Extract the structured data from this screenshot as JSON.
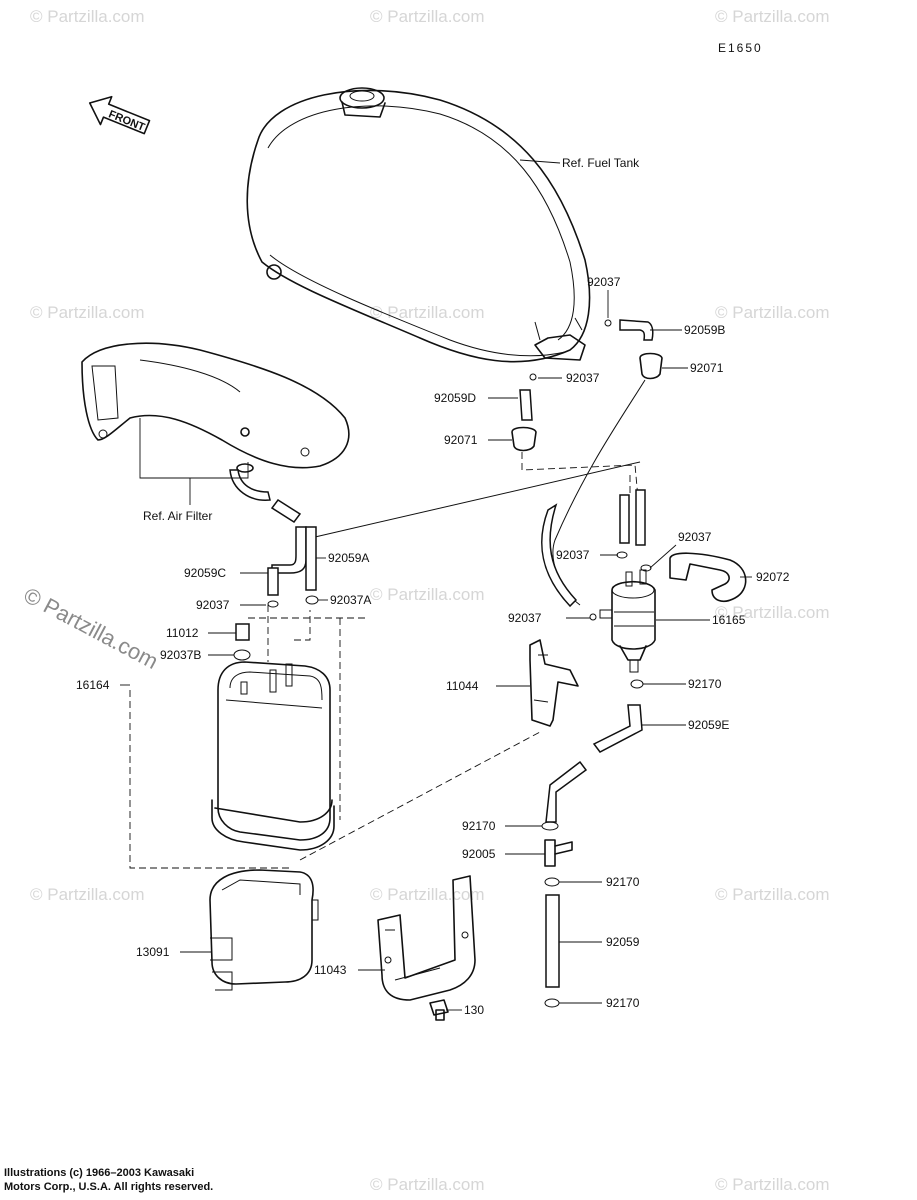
{
  "diagram": {
    "id_code": "E1650",
    "front_label": "FRONT",
    "refs": {
      "fuel_tank": "Ref. Fuel Tank",
      "air_filter": "Ref. Air Filter"
    },
    "parts": [
      {
        "key": "p92037_top",
        "label": "92037"
      },
      {
        "key": "p92059B",
        "label": "92059B"
      },
      {
        "key": "p92037_mid",
        "label": "92037"
      },
      {
        "key": "p92071_r",
        "label": "92071"
      },
      {
        "key": "p92059D",
        "label": "92059D"
      },
      {
        "key": "p92071_l",
        "label": "92071"
      },
      {
        "key": "p92037_r1",
        "label": "92037"
      },
      {
        "key": "p92037_r2",
        "label": "92037"
      },
      {
        "key": "p92072",
        "label": "92072"
      },
      {
        "key": "p92059A",
        "label": "92059A"
      },
      {
        "key": "p92059C",
        "label": "92059C"
      },
      {
        "key": "p92037_l",
        "label": "92037"
      },
      {
        "key": "p92037A",
        "label": "92037A"
      },
      {
        "key": "p11012",
        "label": "11012"
      },
      {
        "key": "p92037B",
        "label": "92037B"
      },
      {
        "key": "p16164",
        "label": "16164"
      },
      {
        "key": "p92037_r3",
        "label": "92037"
      },
      {
        "key": "p16165",
        "label": "16165"
      },
      {
        "key": "p11044",
        "label": "11044"
      },
      {
        "key": "p92170_a",
        "label": "92170"
      },
      {
        "key": "p92059E",
        "label": "92059E"
      },
      {
        "key": "p92170_b",
        "label": "92170"
      },
      {
        "key": "p92005",
        "label": "92005"
      },
      {
        "key": "p92170_c",
        "label": "92170"
      },
      {
        "key": "p92059",
        "label": "92059"
      },
      {
        "key": "p13091",
        "label": "13091"
      },
      {
        "key": "p11043",
        "label": "11043"
      },
      {
        "key": "p130",
        "label": "130"
      },
      {
        "key": "p92170_d",
        "label": "92170"
      }
    ]
  },
  "watermark": {
    "small": "© Partzilla.com",
    "large": "© Partzilla.com"
  },
  "copyright": {
    "line1": "Illustrations (c) 1966–2003 Kawasaki",
    "line2": "Motors Corp., U.S.A.  All rights reserved."
  }
}
